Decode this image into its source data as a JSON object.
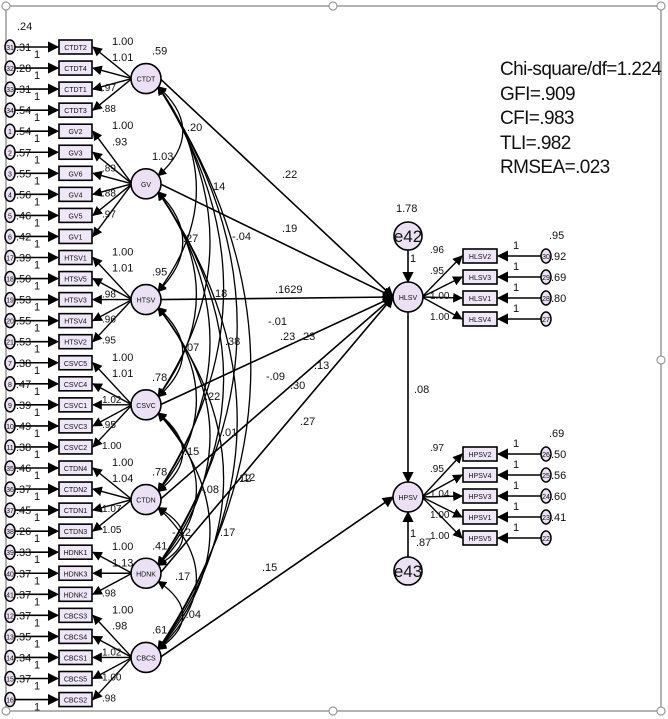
{
  "diagram": {
    "type": "structural-equation-model",
    "colors": {
      "node_fill": "#ece1f4",
      "box_fill": "#efe6f7",
      "stroke": "#000000",
      "frame": "#9a9a9a"
    },
    "fit_indices": [
      "Chi-square/df=1.224",
      "GFI=.909",
      "CFI=.983",
      "TLI=.982",
      "RMSEA=.023"
    ],
    "exogenous_latents": [
      {
        "name": "CTDT",
        "variance": ".59",
        "indicators": [
          {
            "name": "CTDT2",
            "error": "e31",
            "err_var": ".31",
            "loading": "1.00"
          },
          {
            "name": "CTDT4",
            "error": "e32",
            "err_var": ".28",
            "loading": "1.01"
          },
          {
            "name": "CTDT1",
            "error": "e33",
            "err_var": ".31",
            "loading": ".97"
          },
          {
            "name": "CTDT3",
            "error": "e34",
            "err_var": ".54",
            "loading": ".88"
          }
        ],
        "top_label": ".24"
      },
      {
        "name": "GV",
        "variance": "1.03",
        "indicators": [
          {
            "name": "GV2",
            "error": "e1",
            "err_var": ".54",
            "loading": "1.00"
          },
          {
            "name": "GV3",
            "error": "e2",
            "err_var": ".57",
            "loading": ".93"
          },
          {
            "name": "GV6",
            "error": "e3",
            "err_var": ".55",
            "loading": ".89"
          },
          {
            "name": "GV4",
            "error": "e4",
            "err_var": ".56",
            "loading": ".88"
          },
          {
            "name": "GV5",
            "error": "e5",
            "err_var": ".46",
            "loading": ".97"
          },
          {
            "name": "GV1",
            "error": "e6",
            "err_var": ".42",
            "loading": ""
          }
        ]
      },
      {
        "name": "HTSV",
        "variance": ".95",
        "indicators": [
          {
            "name": "HTSV1",
            "error": "e17",
            "err_var": ".39",
            "loading": "1.00"
          },
          {
            "name": "HTSV5",
            "error": "e18",
            "err_var": ".50",
            "loading": "1.01"
          },
          {
            "name": "HTSV3",
            "error": "e19",
            "err_var": ".53",
            "loading": ".98"
          },
          {
            "name": "HTSV4",
            "error": "e20",
            "err_var": ".55",
            "loading": ".96"
          },
          {
            "name": "HTSV2",
            "error": "e21",
            "err_var": ".53",
            "loading": ".95"
          }
        ]
      },
      {
        "name": "CSVC",
        "variance": ".78",
        "indicators": [
          {
            "name": "CSVC5",
            "error": "e7",
            "err_var": ".38",
            "loading": "1.00"
          },
          {
            "name": "CSVC4",
            "error": "e8",
            "err_var": ".47",
            "loading": "1.01"
          },
          {
            "name": "CSVC1",
            "error": "e9",
            "err_var": ".39",
            "loading": "1.02"
          },
          {
            "name": "CSVC3",
            "error": "e10",
            "err_var": ".49",
            "loading": ".95"
          },
          {
            "name": "CSVC2",
            "error": "e11",
            "err_var": ".38",
            "loading": "1.00"
          }
        ]
      },
      {
        "name": "CTDN",
        "variance": ".78",
        "indicators": [
          {
            "name": "CTDN4",
            "error": "e35",
            "err_var": ".46",
            "loading": "1.00"
          },
          {
            "name": "CTDN2",
            "error": "e36",
            "err_var": ".37",
            "loading": "1.04"
          },
          {
            "name": "CTDN1",
            "error": "e37",
            "err_var": ".45",
            "loading": "1.07"
          },
          {
            "name": "CTDN3",
            "error": "e38",
            "err_var": ".26",
            "loading": "1.05"
          }
        ]
      },
      {
        "name": "HDNK",
        "variance": ".41",
        "indicators": [
          {
            "name": "HDNK1",
            "error": "e39",
            "err_var": ".33",
            "loading": "1.00"
          },
          {
            "name": "HDNK3",
            "error": "e40",
            "err_var": ".37",
            "loading": "1.13"
          },
          {
            "name": "HDNK2",
            "error": "e41",
            "err_var": ".37",
            "loading": ".98"
          }
        ]
      },
      {
        "name": "CBCS",
        "variance": ".61",
        "indicators": [
          {
            "name": "CBCS3",
            "error": "e12",
            "err_var": ".37",
            "loading": "1.00"
          },
          {
            "name": "CBCS4",
            "error": "e13",
            "err_var": ".35",
            "loading": ".98"
          },
          {
            "name": "CBCS1",
            "error": "e14",
            "err_var": ".34",
            "loading": "1.02"
          },
          {
            "name": "CBCS5",
            "error": "e15",
            "err_var": ".37",
            "loading": "1.00"
          },
          {
            "name": "CBCS2",
            "error": "e16",
            "err_var": "",
            "loading": ".98"
          }
        ]
      }
    ],
    "endogenous_latents": [
      {
        "name": "HLSV",
        "disturbance": "e42",
        "dist_var": "1.78",
        "dist_weight": "1",
        "r_label": ".95",
        "indicators": [
          {
            "name": "HLSV2",
            "error": "e30",
            "err_var": ".92",
            "loading": ".96"
          },
          {
            "name": "HLSV3",
            "error": "e29",
            "err_var": ".69",
            "loading": ".95"
          },
          {
            "name": "HLSV1",
            "error": "e28",
            "err_var": ".80",
            "loading": "1.00"
          },
          {
            "name": "HLSV4",
            "error": "e27",
            "err_var": "",
            "loading": "1.00"
          }
        ]
      },
      {
        "name": "HPSV",
        "disturbance": "e43",
        "dist_var": ".87",
        "dist_weight": "1",
        "r_label": ".69",
        "indicators": [
          {
            "name": "HPSV2",
            "error": "e26",
            "err_var": ".50",
            "loading": ".97"
          },
          {
            "name": "HPSV4",
            "error": "e25",
            "err_var": ".56",
            "loading": ".95"
          },
          {
            "name": "HPSV3",
            "error": "e24",
            "err_var": ".60",
            "loading": "1.04"
          },
          {
            "name": "HPSV1",
            "error": "e23",
            "err_var": ".41",
            "loading": "1.00"
          },
          {
            "name": "HPSV5",
            "error": "e22",
            "err_var": "",
            "loading": "1.00"
          }
        ]
      }
    ],
    "fixed_weight_label": "1",
    "structural_paths": [
      {
        "from": "CTDT",
        "to": "HLSV",
        "label": ".22"
      },
      {
        "from": "GV",
        "to": "HLSV",
        "label": ".19"
      },
      {
        "from": "HTSV",
        "to": "HLSV",
        "label": ".18"
      },
      {
        "from": "CSVC",
        "to": "HLSV",
        "label": ".13"
      },
      {
        "from": "CTDN",
        "to": "HLSV",
        "label": ".30"
      },
      {
        "from": "HDNK",
        "to": "HLSV",
        "label": ".12"
      },
      {
        "from": "CBCS",
        "to": "HPSV",
        "label": ".15"
      },
      {
        "from": "HLSV",
        "to": "HPSV",
        "label": ".08"
      }
    ],
    "covariance_labels": [
      {
        "label": ".20",
        "pos": "ctdt-gv"
      },
      {
        "label": ".14",
        "pos": "ctdt-htsv"
      },
      {
        "label": "-.04",
        "pos": "ctdt-csvc"
      },
      {
        "label": ".1629",
        "pos": "ctdt-ctdn"
      },
      {
        "label": "-.01",
        "pos": "ctdt-hdnk"
      },
      {
        "label": ".23",
        "pos": "ctdt-cbcs"
      },
      {
        "label": ".27",
        "pos": "gv-htsv"
      },
      {
        "label": ".38",
        "pos": "gv-csvc"
      },
      {
        "label": "-.09",
        "pos": "gv-ctdn"
      },
      {
        "label": ".23",
        "pos": "gv-hdnk"
      },
      {
        "label": ".27",
        "pos": "gv-cbcs"
      },
      {
        "label": ".07",
        "pos": "htsv-csvc"
      },
      {
        "label": ".22",
        "pos": "htsv-ctdn"
      },
      {
        "label": ".01",
        "pos": "htsv-hdnk"
      },
      {
        "label": ".12",
        "pos": "htsv-cbcs"
      },
      {
        "label": ".15",
        "pos": "csvc-ctdn"
      },
      {
        "label": "-.08",
        "pos": "csvc-hdnk"
      },
      {
        "label": ".17",
        "pos": "csvc-cbcs"
      },
      {
        "label": "-.12",
        "pos": "ctdn-hdnk"
      },
      {
        "label": ".17",
        "pos": "ctdn-cbcs"
      },
      {
        "label": "-.04",
        "pos": "hdnk-cbcs"
      }
    ]
  }
}
